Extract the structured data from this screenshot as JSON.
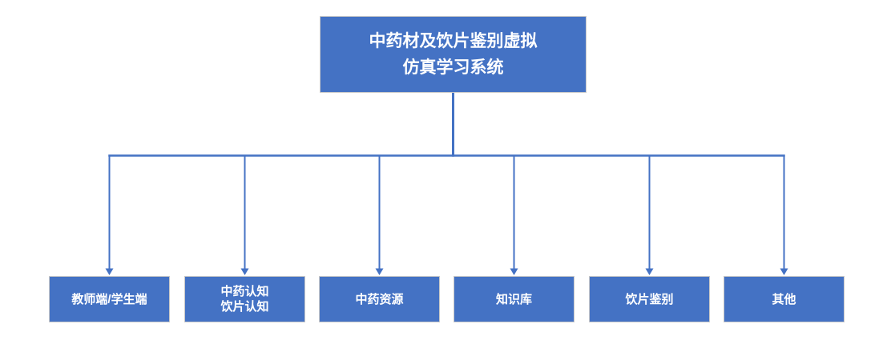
{
  "org_chart": {
    "root": {
      "label": "中药材及饮片鉴别虚拟\n仿真学习系统"
    },
    "children": [
      {
        "label": "教师端/学生端"
      },
      {
        "label": "中药认知\n饮片认知"
      },
      {
        "label": "中药资源"
      },
      {
        "label": "知识库"
      },
      {
        "label": "饮片鉴别"
      },
      {
        "label": "其他"
      }
    ]
  },
  "colors": {
    "node_fill": "#4472C4",
    "node_border": "#C8C8C8",
    "node_text": "#FFFFFF",
    "connector": "#4472C4",
    "background": "#FFFFFF"
  }
}
